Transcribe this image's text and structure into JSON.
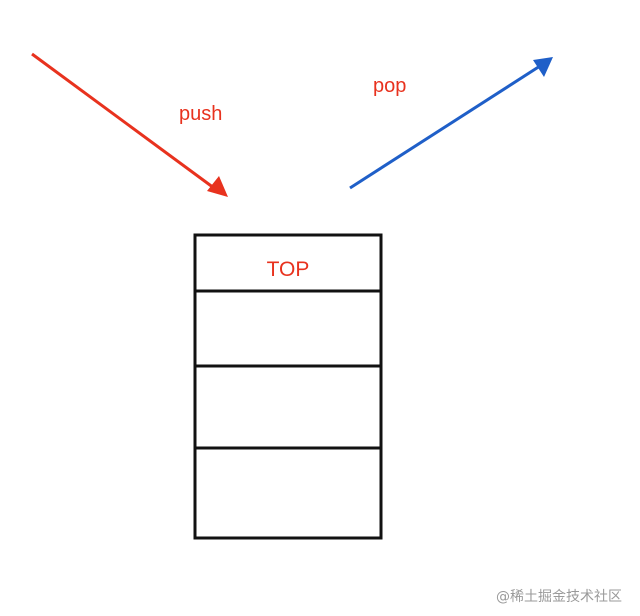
{
  "diagram": {
    "push_label": "push",
    "pop_label": "pop",
    "top_label": "TOP",
    "stack_slots": 4
  },
  "colors": {
    "push": "#e8321e",
    "pop": "#1f5fc8",
    "stack_border": "#111111",
    "background": "#ffffff"
  },
  "watermark": "@稀土掘金技术社区"
}
